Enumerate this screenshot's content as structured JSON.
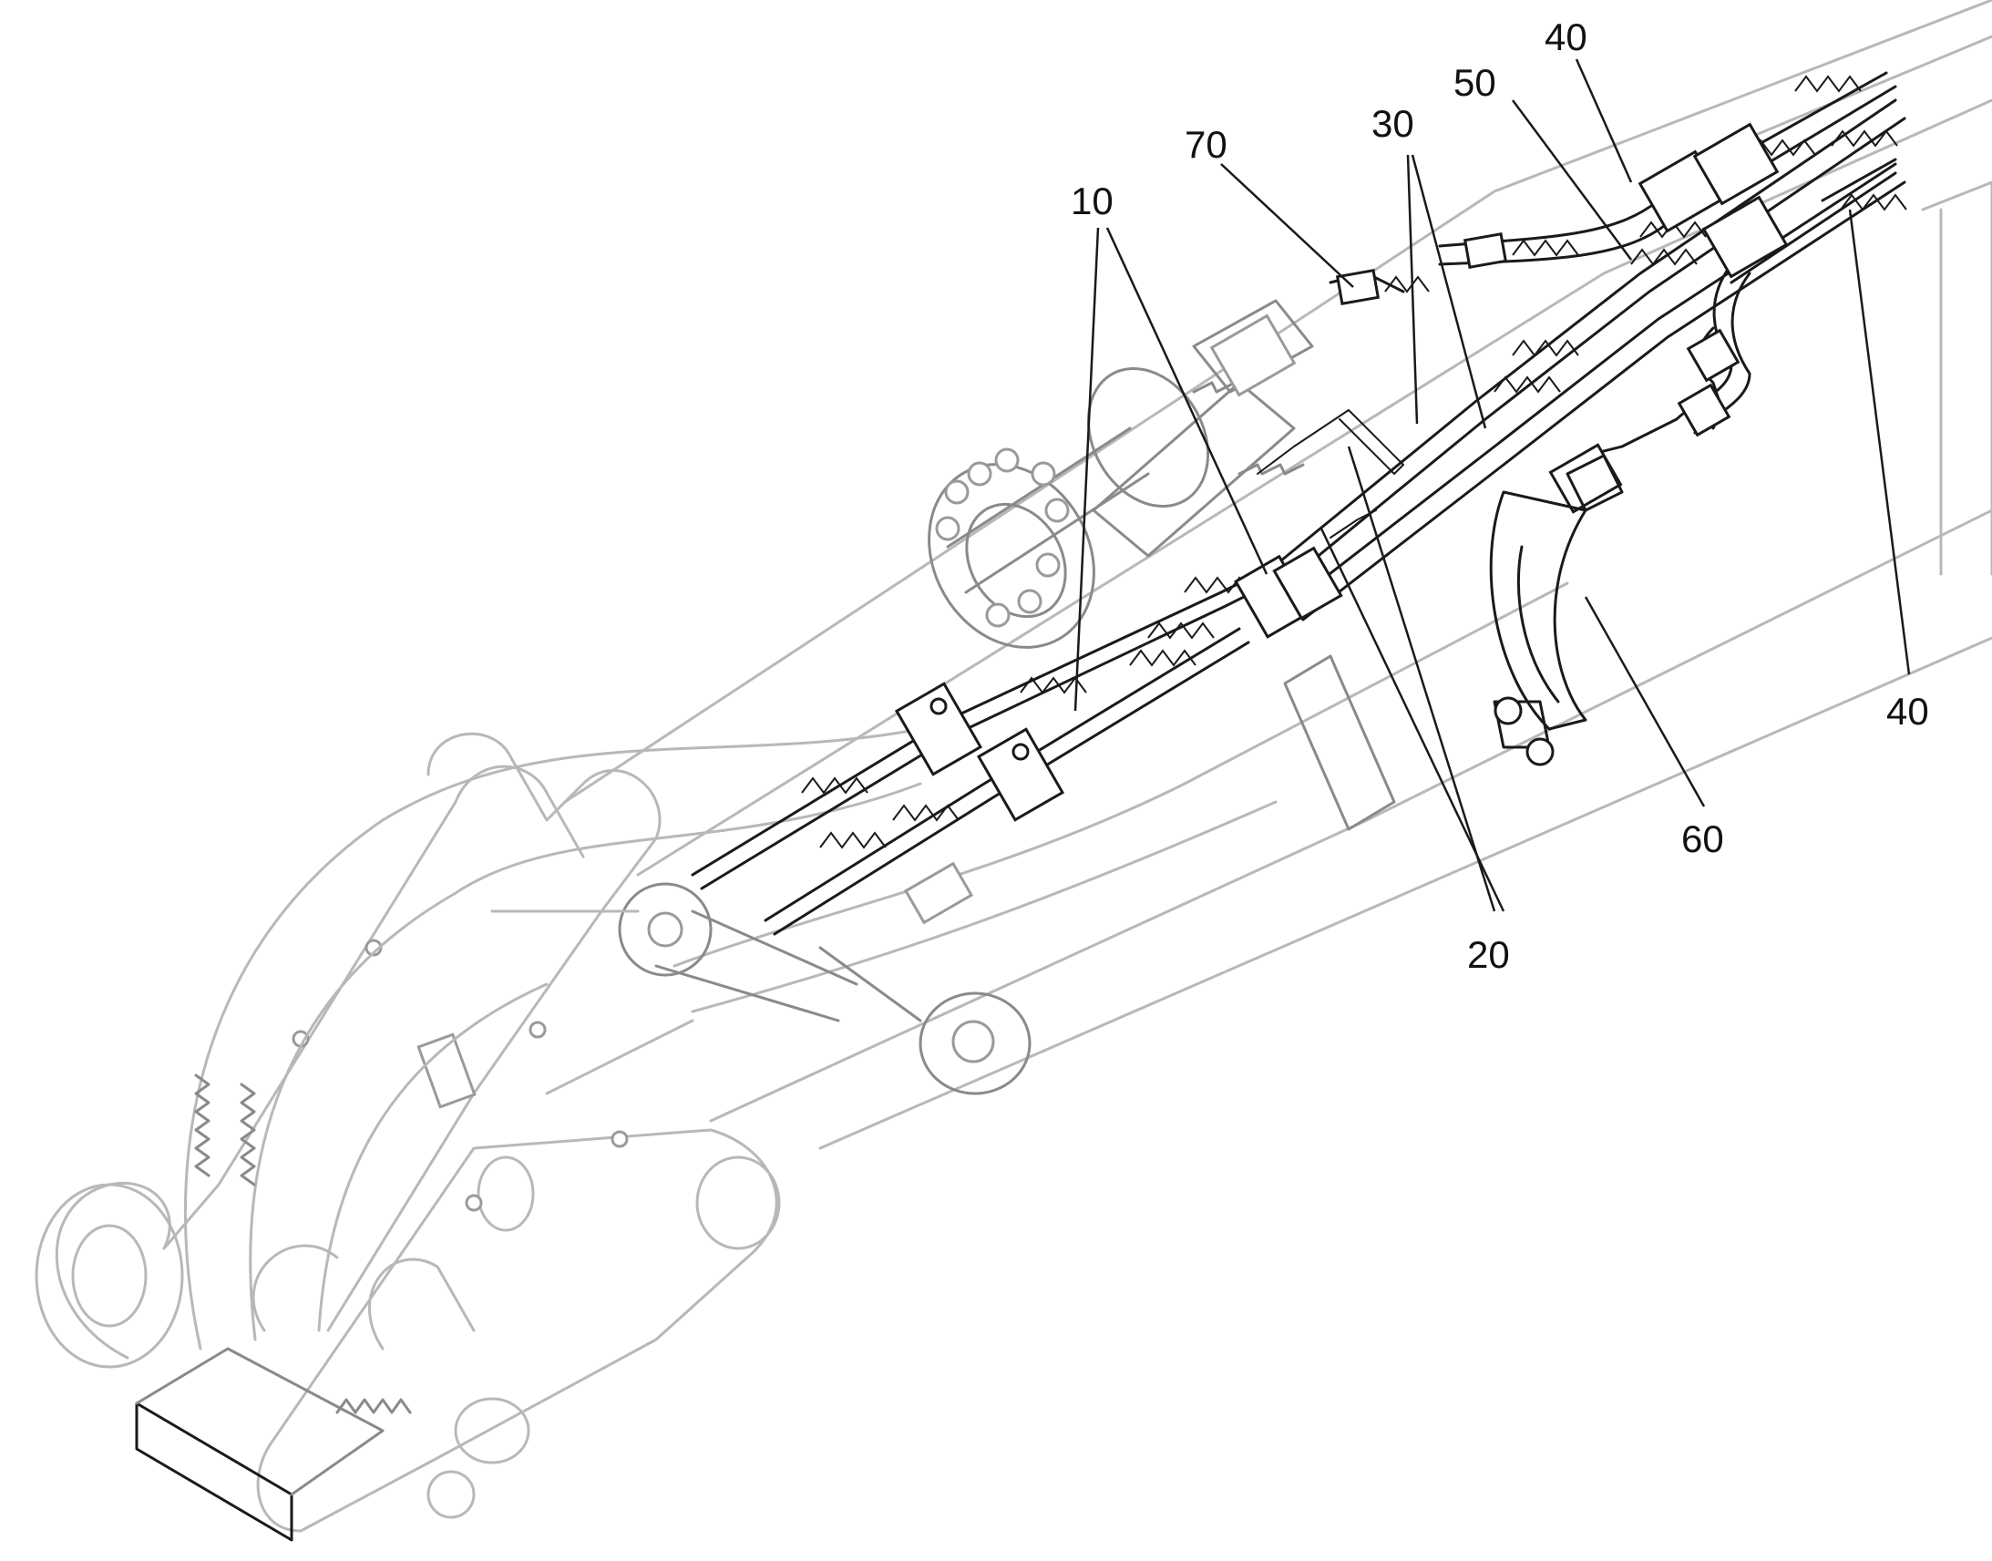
{
  "labels": {
    "l10": "10",
    "l20": "20",
    "l30": "30",
    "l40_top": "40",
    "l40_right": "40",
    "l50": "50",
    "l60": "60",
    "l70": "70"
  }
}
